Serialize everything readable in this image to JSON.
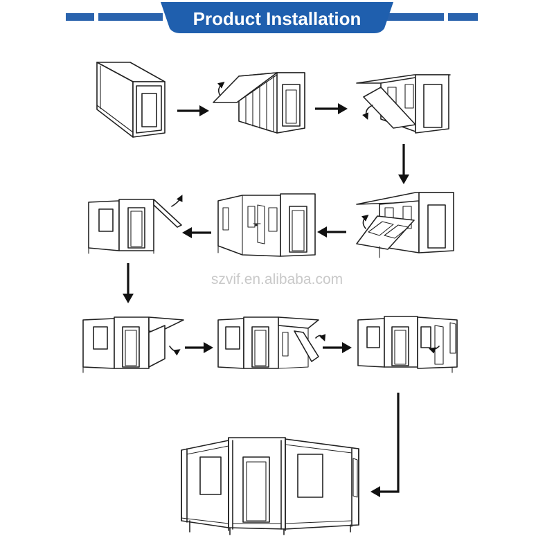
{
  "header": {
    "title": "Product Installation",
    "bar_color": "#1f5fae",
    "line_color": "#2a63ad"
  },
  "watermark": "szvif.en.alibaba.com",
  "steps": [
    "container-closed",
    "side-panel-roof-opening",
    "side-panel-floor-opening",
    "second-side-unfolding",
    "both-sides-unfolded",
    "end-wall-folding-out",
    "end-wall-swinging",
    "end-wall-closing",
    "house-complete"
  ]
}
